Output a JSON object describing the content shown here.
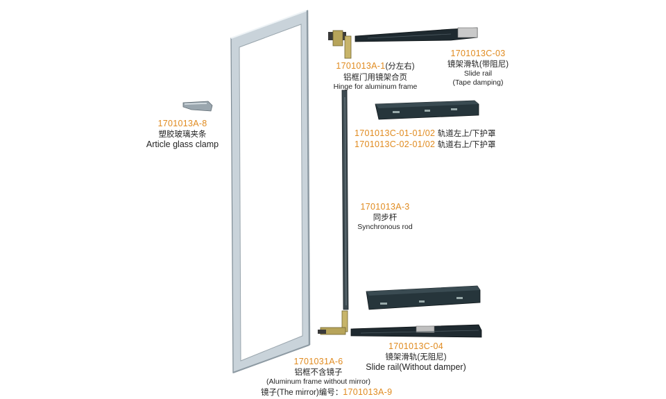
{
  "parts": {
    "glass_clamp": {
      "code": "1701013A-8",
      "zh": "塑胶玻璃夹条",
      "en": "Article glass clamp"
    },
    "hinge": {
      "code": "1701013A-1",
      "code_suffix": "(分左右)",
      "zh": "铝框门用镜架合页",
      "en": "Hinge for aluminum frame"
    },
    "slide_rail_damping": {
      "code": "1701013C-03",
      "zh": "镜架滑轨(带阻尼)",
      "en1": "Slide rail",
      "en2": "(Tape damping)"
    },
    "rail_covers": [
      {
        "code": "1701013C-01-01/02",
        "zh": "轨道左上/下护罩"
      },
      {
        "code": "1701013C-02-01/02",
        "zh": "轨道右上/下护罩"
      }
    ],
    "sync_rod": {
      "code": "1701013A-3",
      "zh": "同步杆",
      "en": "Synchronous rod"
    },
    "slide_rail_plain": {
      "code": "1701013C-04",
      "zh": "镜架滑轨(无阻尼)",
      "en": "Slide rail(Without damper)"
    },
    "frame": {
      "code": "1701031A-6",
      "zh": "铝框不含镜子",
      "en": "(Aluminum frame without mirror)"
    },
    "mirror": {
      "prefix": "镜子(The mirror)编号：",
      "code": "1701013A-9"
    }
  }
}
